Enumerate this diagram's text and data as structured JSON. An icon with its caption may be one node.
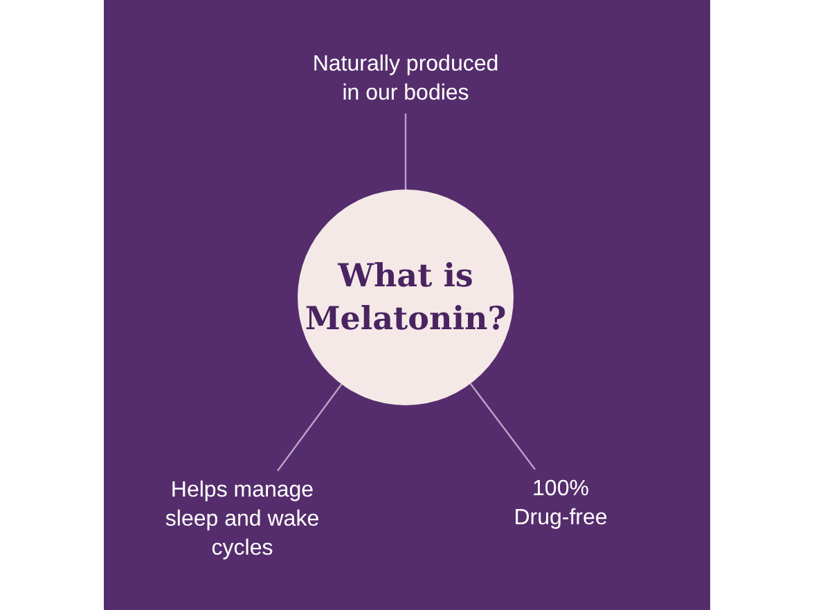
{
  "diagram": {
    "nodes": [
      {
        "text": [
          "What is Melatonin?"
        ]
      },
      {
        "text": [
          "Naturally produced in our bodies"
        ]
      },
      {
        "text": [
          "Helps manage sleep and wake cycles"
        ]
      },
      {
        "text": [
          "100% Drug-free"
        ]
      }
    ],
    "edges": [
      {
        "from": 1,
        "to": 0,
        "arrow": "none"
      },
      {
        "from": 2,
        "to": 0,
        "arrow": "none"
      },
      {
        "from": 3,
        "to": 0,
        "arrow": "none"
      }
    ]
  }
}
